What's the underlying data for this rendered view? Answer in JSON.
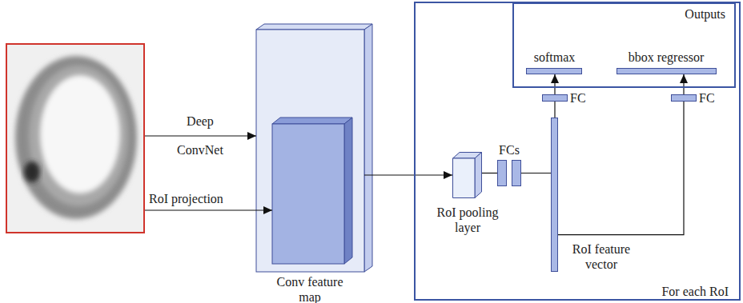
{
  "diagram": {
    "nodes": [
      {
        "text": [
          "Conv feature map"
        ]
      },
      {
        "text": [
          "For each RoI"
        ]
      },
      {
        "text": [
          "Outputs"
        ],
        "in": 1
      },
      {
        "text": [
          "softmax"
        ],
        "in": 2
      },
      {
        "text": [
          "bbox regressor"
        ],
        "in": 2
      },
      {
        "text": [
          "RoI pooling layer"
        ],
        "in": 1
      },
      {
        "text": [
          "FCs"
        ],
        "in": 1
      },
      {
        "text": [
          "RoI feature vector"
        ],
        "in": 1
      },
      {
        "text": [
          "FC"
        ],
        "in": 1
      },
      {
        "text": [
          "FC"
        ],
        "in": 1
      }
    ],
    "edges": [
      {
        "from": 0,
        "to": 5,
        "arrow": "to"
      },
      {
        "from": 5,
        "to": 6,
        "arrow": "none"
      },
      {
        "from": 6,
        "to": 7,
        "arrow": "none"
      },
      {
        "from": 7,
        "to": 8,
        "arrow": "none"
      },
      {
        "from": 8,
        "to": 3,
        "arrow": "to"
      },
      {
        "from": 7,
        "to": 9,
        "arrow": "none"
      },
      {
        "from": 9,
        "to": 4,
        "arrow": "to"
      }
    ],
    "labels": [
      "Deep ConvNet",
      "RoI projection"
    ]
  }
}
